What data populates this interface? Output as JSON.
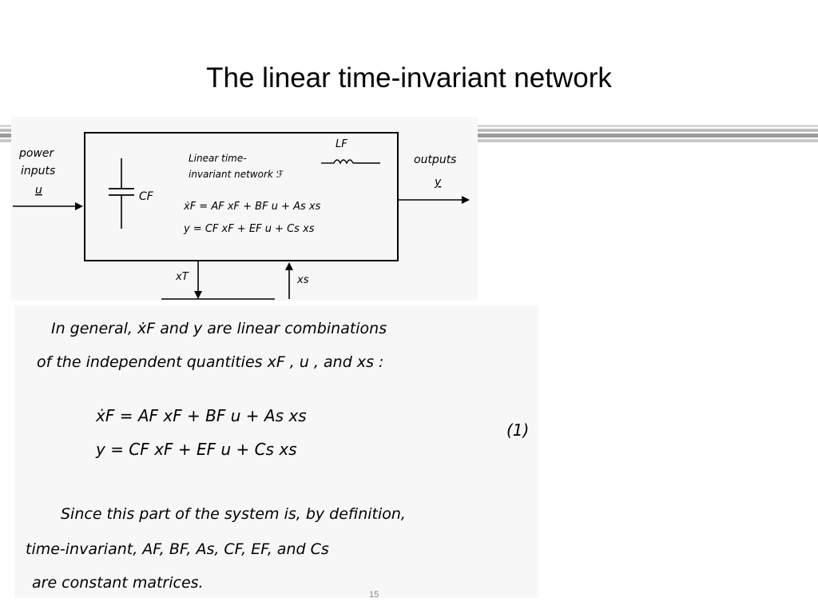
{
  "slide": {
    "title": "The linear time-invariant network",
    "page_number": "15"
  },
  "diagram": {
    "input_label_line1": "power",
    "input_label_line2": "inputs",
    "input_var": "u",
    "output_label": "outputs",
    "output_var": "y",
    "cap_label": "CF",
    "inductor_label": "LF",
    "network_line1": "Linear   time-",
    "network_line2": "invariant   network ℱ",
    "eq1": "ẋF = AF xF + BF u + As xs",
    "eq2": "y = CF xF + EF u + Cs xs",
    "bottom_left_var": "xT",
    "bottom_right_var": "xs"
  },
  "notes": {
    "line1": "In   general,   ẋF   and   y   are   linear   combinations",
    "line2": "of   the   independent   quantities   xF ,  u ,  and  xs :",
    "eq1": "ẋF  =  AF xF  +  BF u  +  As xs",
    "eq2": "y  =  CF xF  +  EF u  +  Cs xs",
    "eq_number": "(1)",
    "line3": "Since   this   part   of   the   system   is,   by   definition,",
    "line4": "time-invariant,    AF,  BF,  As,  CF,  EF,  and  Cs",
    "line5": "are   constant   matrices."
  }
}
